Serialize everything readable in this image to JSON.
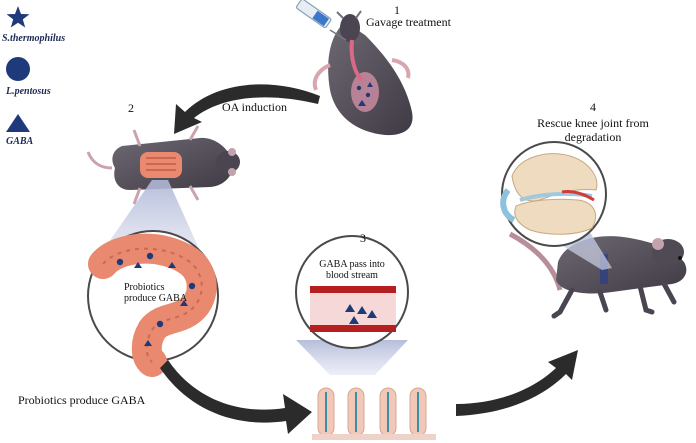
{
  "legend": [
    {
      "shape": "star",
      "label": "S.thermophilus"
    },
    {
      "shape": "circle",
      "label": "L.pentosus"
    },
    {
      "shape": "triangle",
      "label": "GABA"
    }
  ],
  "steps": [
    {
      "number": "1",
      "label": "Gavage treatment"
    },
    {
      "number": "2",
      "label": "OA induction"
    },
    {
      "number": "3",
      "label": "GABA pass into blood stream"
    },
    {
      "number": "4",
      "label": "Rescue knee joint from degradation"
    }
  ],
  "labels": {
    "probiotics_inset": "Probiotics produce GABA",
    "probiotics_caption": "Probiotics produce GABA",
    "blood_inset_line1": "GABA pass into",
    "blood_inset_line2": "blood stream",
    "rescue_line1": "Rescue knee joint from",
    "rescue_line2": "degradation",
    "gut_line1": "Probiotics",
    "gut_line2": "produce GABA"
  },
  "colors": {
    "marker": "#1f3a7a",
    "arrow": "#2b2b2b",
    "mouse": "#5a5560",
    "intestine": "#e9896f",
    "vessel": "#b51f1f",
    "zoom_cone": "#c7cde3"
  }
}
